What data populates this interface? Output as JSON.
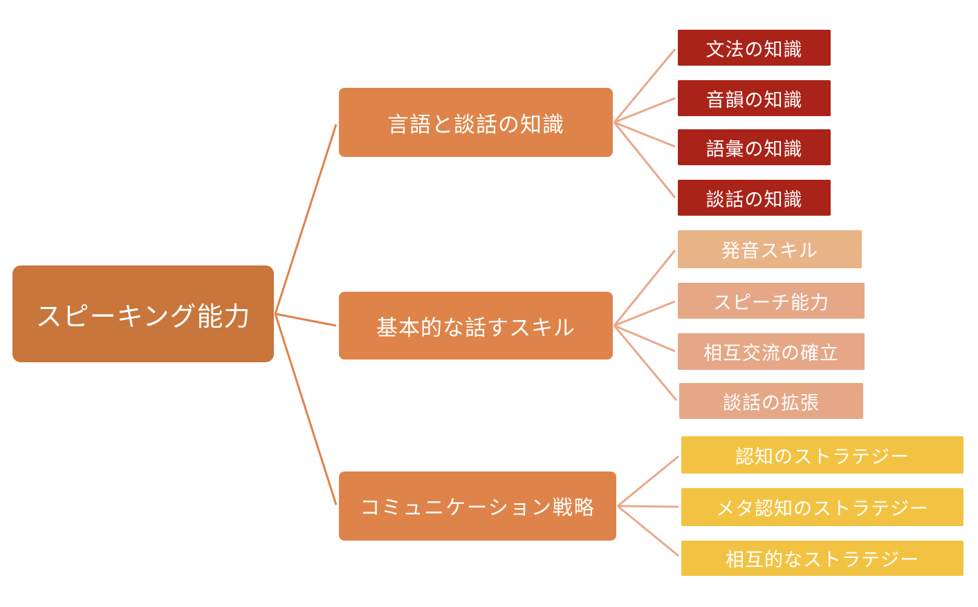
{
  "diagram": {
    "root": {
      "label": "スピーキング能力",
      "color": "#c8763b"
    },
    "categories": [
      {
        "label": "言語と談話の知識",
        "color": "#de844a",
        "leaf_color": "#a92319",
        "children": [
          "文法の知識",
          "音韻の知識",
          "語彙の知識",
          "談話の知識"
        ]
      },
      {
        "label": "基本的な話すスキル",
        "color": "#de844a",
        "leaf_color": "#e6a787",
        "children": [
          "発音スキル",
          "スピーチ能力",
          "相互交流の確立",
          "談話の拡張"
        ]
      },
      {
        "label": "コミュニケーション戦略",
        "color": "#de844a",
        "leaf_color": "#f2c343",
        "children": [
          "認知のストラテジー",
          "メタ認知のストラテジー",
          "相互的なストラテジー"
        ]
      }
    ],
    "connector_colors": {
      "root_to_category": "#de844a",
      "category_to_leaf": "#e8a98a"
    }
  }
}
